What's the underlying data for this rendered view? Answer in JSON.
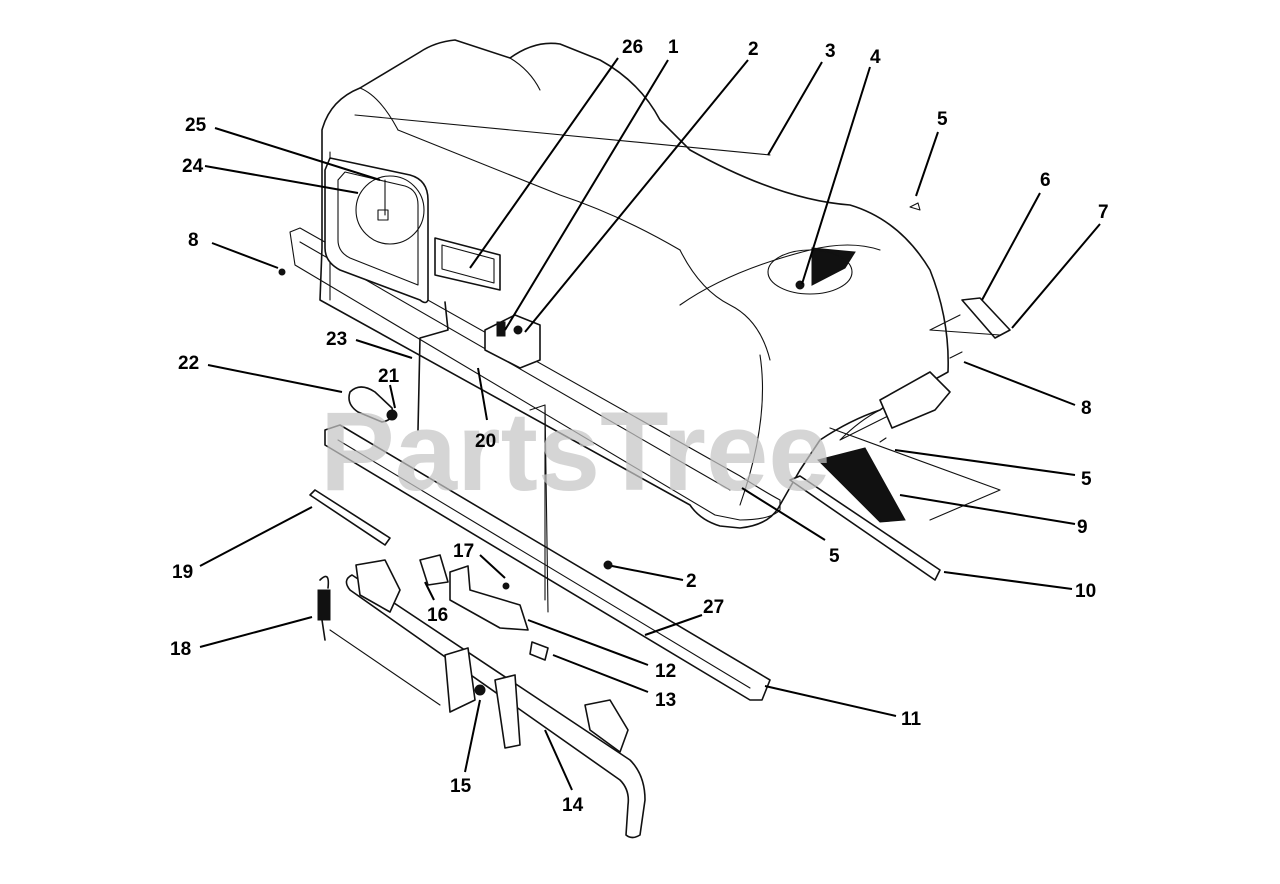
{
  "watermark": "PartsTree",
  "callouts": [
    "26",
    "1",
    "2",
    "3",
    "4",
    "5",
    "6",
    "7",
    "25",
    "24",
    "8",
    "23",
    "22",
    "21",
    "20",
    "8",
    "5",
    "9",
    "10",
    "19",
    "17",
    "2",
    "27",
    "16",
    "12",
    "18",
    "13",
    "11",
    "15",
    "14",
    "5"
  ]
}
